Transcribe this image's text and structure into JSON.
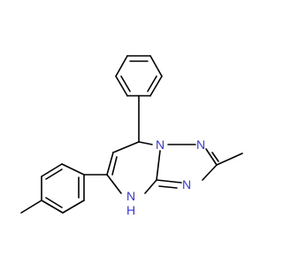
{
  "molecule": {
    "atom_labels": {
      "n1": "N",
      "n2": "N",
      "n3": "N",
      "nh": "N",
      "nh_h": "H"
    },
    "colors": {
      "bond": "#000000",
      "nitrogen": "#3333ff",
      "background": "#ffffff"
    }
  }
}
